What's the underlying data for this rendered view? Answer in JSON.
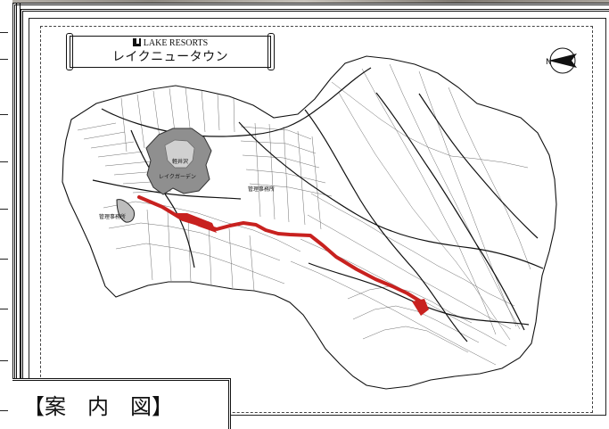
{
  "title_plate": {
    "brand": "LAKE RESORTS",
    "name": "レイクニュータウン"
  },
  "map": {
    "north_label": "N",
    "labels": {
      "lake_line_1": "軽井沢",
      "lake_line_2": "レイクガーデン",
      "office": "管理事務所",
      "facility": "管理事務所"
    },
    "route_color": "#c8211f",
    "lake_color": "#8f8f8f"
  },
  "caption": {
    "text": "【案　内　図】"
  }
}
